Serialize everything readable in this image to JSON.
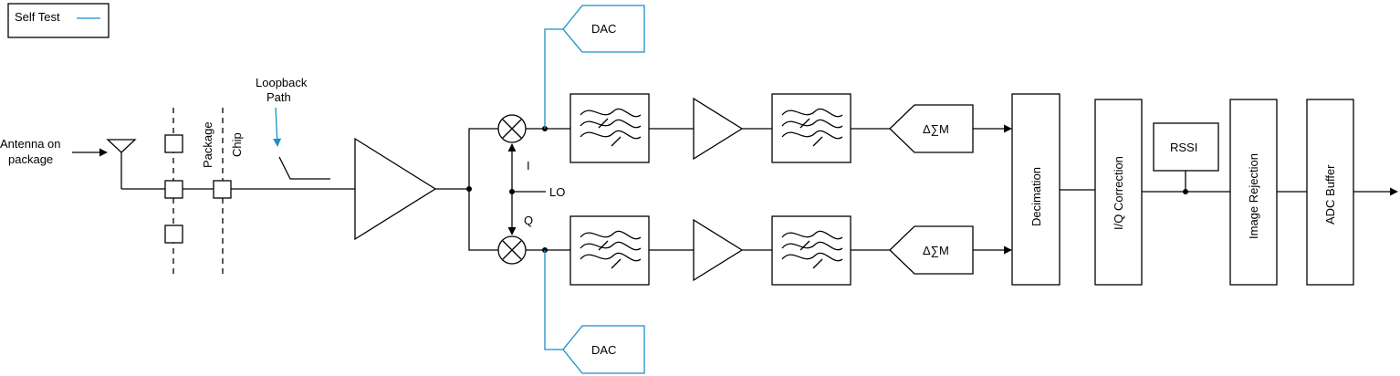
{
  "legend": {
    "label": "Self Test"
  },
  "antenna": {
    "line1": "Antenna on",
    "line2": "package"
  },
  "boundary": {
    "package": "Package",
    "chip": "Chip"
  },
  "loopback": {
    "line1": "Loopback",
    "line2": "Path"
  },
  "mixer_labels": {
    "i": "I",
    "q": "Q",
    "lo": "LO"
  },
  "dac": {
    "top": "DAC",
    "bottom": "DAC"
  },
  "modulator": {
    "top": "Δ∑M",
    "bottom": "Δ∑M"
  },
  "blocks": {
    "decimation": "Decimation",
    "iq_correction": "I/Q Correction",
    "rssi": "RSSI",
    "image_rejection": "Image Rejection",
    "adc_buffer": "ADC Buffer"
  },
  "colors": {
    "self_test": "#1a8fc9",
    "line": "#000000"
  }
}
